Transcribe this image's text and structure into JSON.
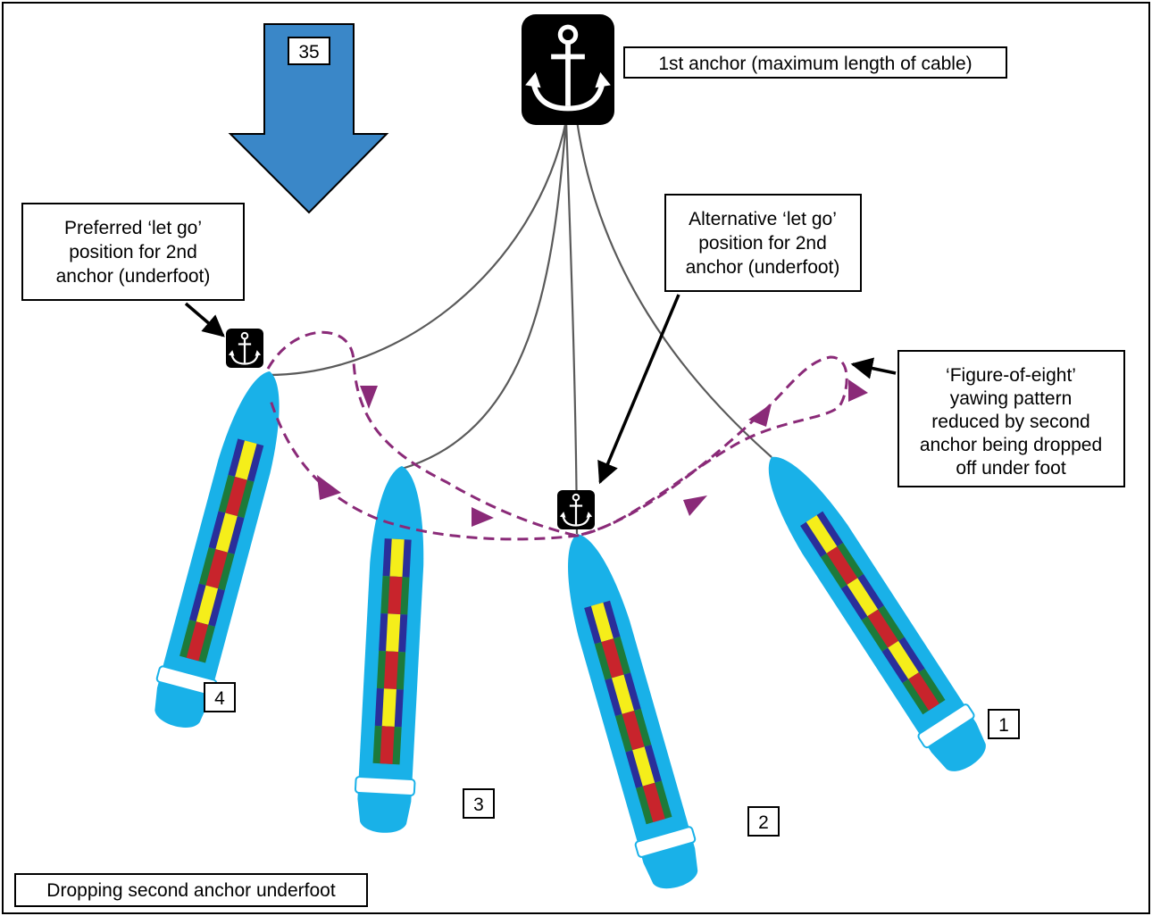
{
  "wind_arrow": {
    "label": "35",
    "color": "#3a87c8"
  },
  "first_anchor": {
    "icon": "anchor-icon",
    "label": "1st anchor (maximum length of cable)"
  },
  "preferred_callout": {
    "lines": [
      "Preferred ‘let go’",
      "position for 2nd",
      "anchor (underfoot)"
    ]
  },
  "alternative_callout": {
    "lines": [
      "Alternative ‘let go’",
      "position for 2nd",
      "anchor (underfoot)"
    ]
  },
  "figure8_callout": {
    "lines": [
      "‘Figure-of-eight’",
      "yawing pattern",
      "reduced by second",
      "anchor being dropped",
      "off under foot"
    ]
  },
  "ships": [
    {
      "number": "1"
    },
    {
      "number": "2"
    },
    {
      "number": "3"
    },
    {
      "number": "4"
    }
  ],
  "caption": "Dropping second anchor underfoot",
  "colors": {
    "hull": "#19b1e8",
    "yaw_path": "#8a2a78",
    "cable": "#5a5a5a",
    "cargo": [
      "#2a2e9a",
      "#1d7a3a",
      "#c8242c",
      "#f5ee1a"
    ]
  }
}
